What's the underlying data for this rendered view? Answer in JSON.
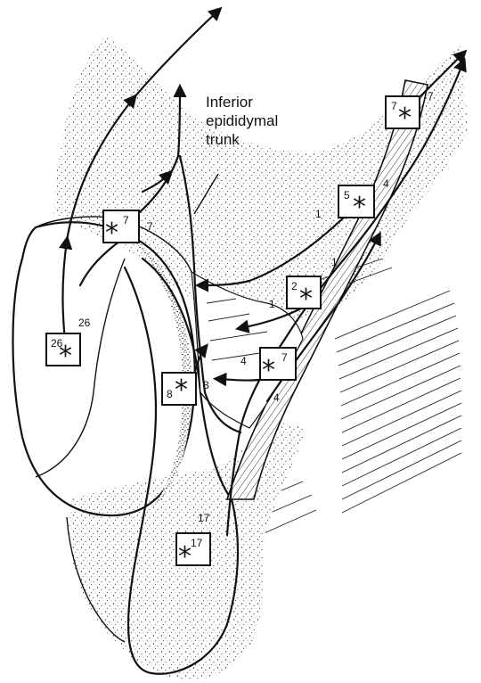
{
  "figure": {
    "callout_label_line1": "Inferior",
    "callout_label_line2": "epididymal",
    "callout_label_line3": "trunk"
  },
  "boxes": [
    {
      "id": "box-7-top-right",
      "number": "7"
    },
    {
      "id": "box-5",
      "number": "5"
    },
    {
      "id": "box-7-left",
      "number": "7"
    },
    {
      "id": "box-2",
      "number": "2"
    },
    {
      "id": "box-26",
      "number": "26"
    },
    {
      "id": "box-7-middle",
      "number": "7"
    },
    {
      "id": "box-8",
      "number": "8"
    },
    {
      "id": "box-17",
      "number": "17"
    }
  ],
  "vessel_labels": [
    {
      "id": "label-7-top",
      "text": "7"
    },
    {
      "id": "label-4-top",
      "text": "4"
    },
    {
      "id": "label-7-left",
      "text": "7"
    },
    {
      "id": "label-1-a",
      "text": "1"
    },
    {
      "id": "label-1-b",
      "text": "1"
    },
    {
      "id": "label-1-c",
      "text": "1"
    },
    {
      "id": "label-26",
      "text": "26"
    },
    {
      "id": "label-4-mid",
      "text": "4"
    },
    {
      "id": "label-8",
      "text": "8"
    },
    {
      "id": "label-4-low",
      "text": "4"
    },
    {
      "id": "label-17",
      "text": "17"
    }
  ],
  "marker_symbol": "*"
}
